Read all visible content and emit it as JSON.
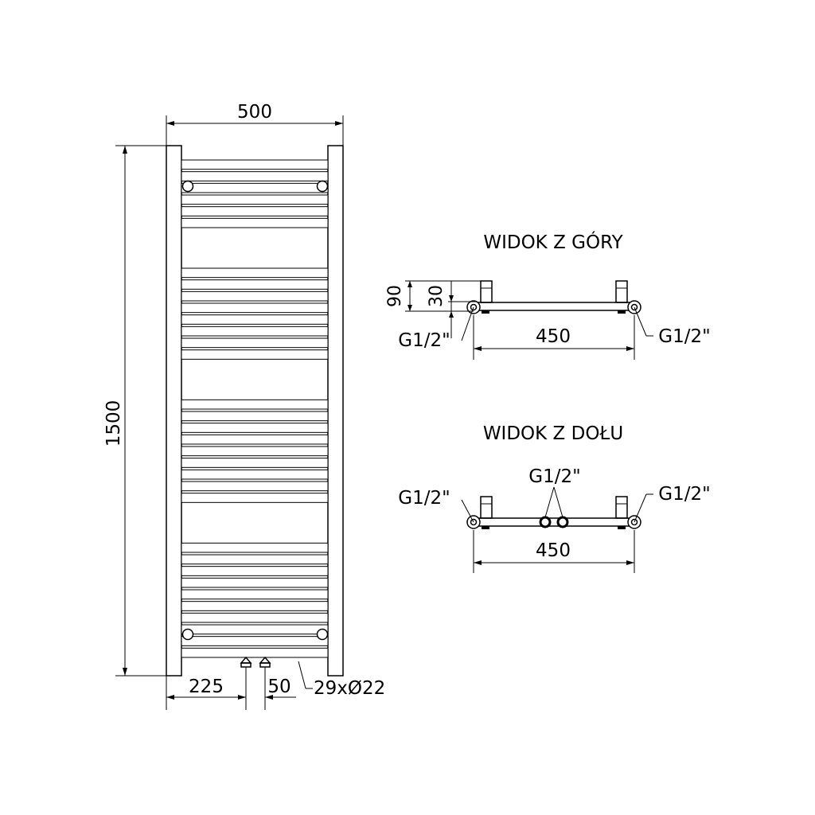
{
  "front_view": {
    "width": "500",
    "height": "1500",
    "left_connection": "225",
    "connection_spacing": "50",
    "tubes_label": "29xØ22"
  },
  "top_view": {
    "title": "WIDOK Z GÓRY",
    "depth_outer": "90",
    "depth_inner": "30",
    "left_thread": "G1/2\"",
    "right_thread": "G1/2\"",
    "spacing": "450"
  },
  "bottom_view": {
    "title": "WIDOK Z DOŁU",
    "left_thread": "G1/2\"",
    "middle_thread": "G1/2\"",
    "right_thread": "G1/2\"",
    "spacing": "450"
  },
  "bar_groups": [
    {
      "bars": 6,
      "gap_after": true
    },
    {
      "bars": 8,
      "gap_after": true
    },
    {
      "bars": 9,
      "gap_after": true
    },
    {
      "bars": 10,
      "gap_after": false
    }
  ]
}
